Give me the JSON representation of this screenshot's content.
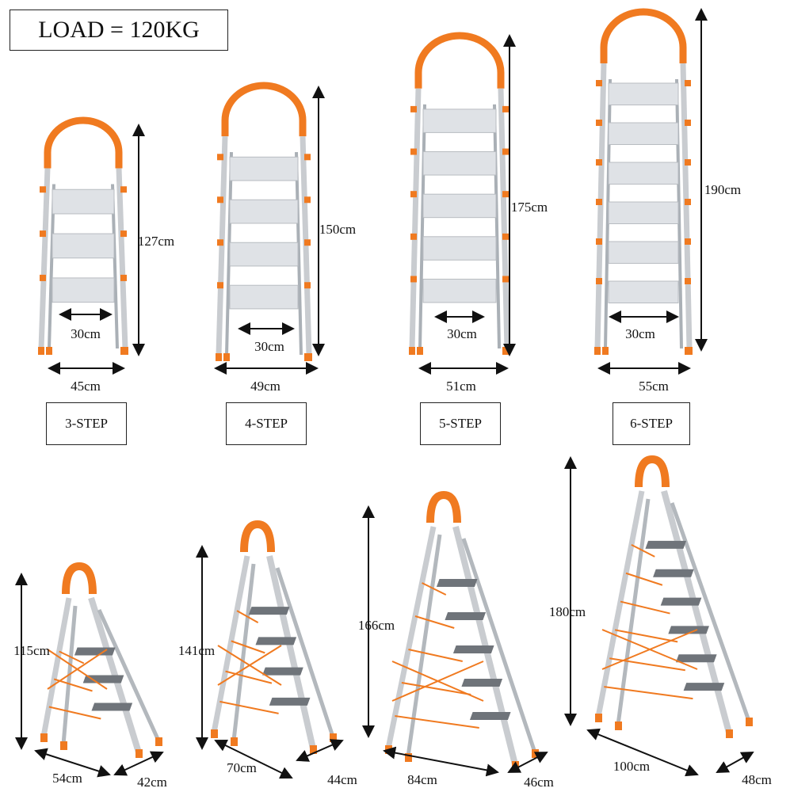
{
  "load_label": "LOAD = 120KG",
  "colors": {
    "orange": "#f07a20",
    "aluminium": "#c9ccd0",
    "step": "#dfe2e6",
    "dark_step": "#6f747a"
  },
  "top_row": [
    {
      "name": "3-STEP",
      "height": "127cm",
      "width": "45cm",
      "inner": "30cm",
      "steps": 3
    },
    {
      "name": "4-STEP",
      "height": "150cm",
      "width": "49cm",
      "inner": "30cm",
      "steps": 4
    },
    {
      "name": "5-STEP",
      "height": "175cm",
      "width": "51cm",
      "inner": "30cm",
      "steps": 5
    },
    {
      "name": "6-STEP",
      "height": "190cm",
      "width": "55cm",
      "inner": "30cm",
      "steps": 6
    }
  ],
  "bottom_row": [
    {
      "height": "115cm",
      "depth": "54cm",
      "width": "42cm",
      "steps": 3
    },
    {
      "height": "141cm",
      "depth": "70cm",
      "width": "44cm",
      "steps": 4
    },
    {
      "height": "166cm",
      "depth": "84cm",
      "width": "46cm",
      "steps": 5
    },
    {
      "height": "180cm",
      "depth": "100cm",
      "width": "48cm",
      "steps": 6
    }
  ]
}
